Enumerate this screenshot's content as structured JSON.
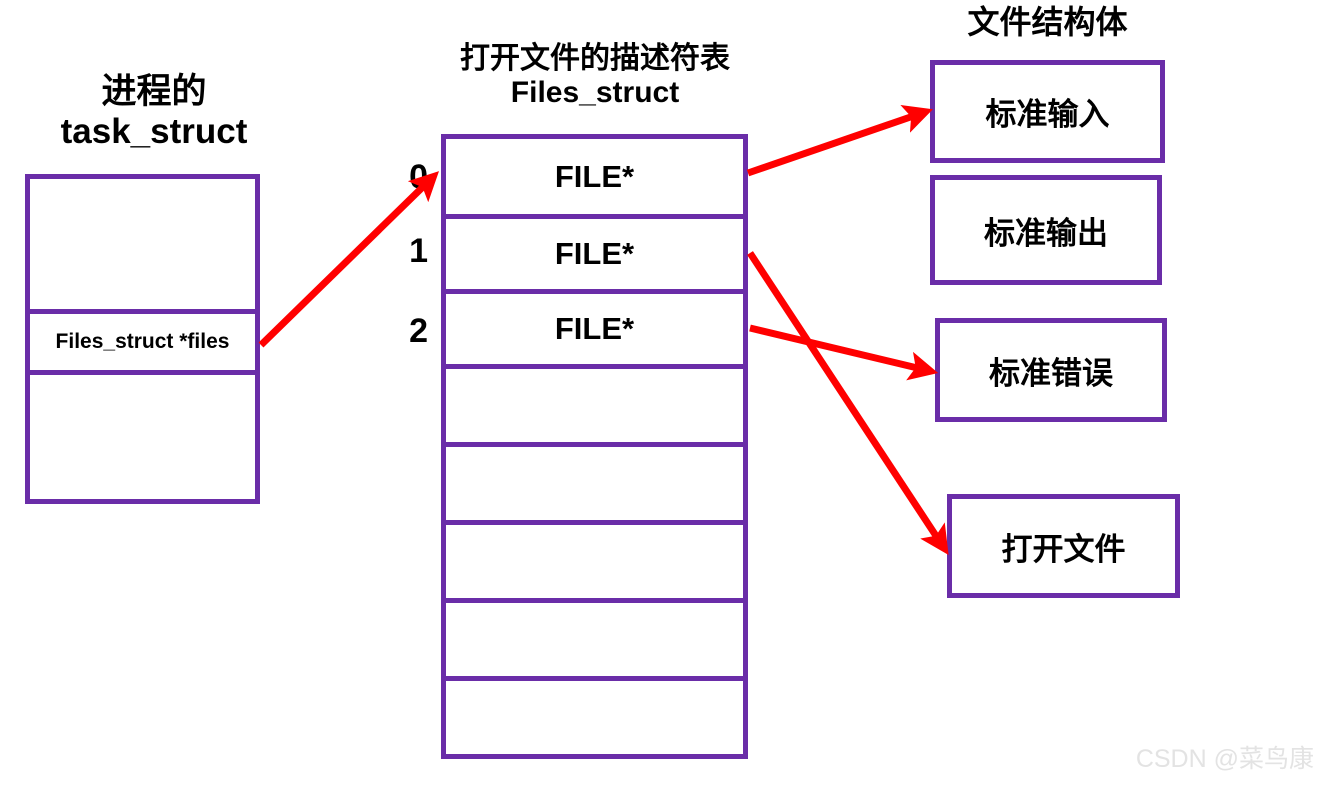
{
  "diagram": {
    "background_color": "#ffffff",
    "box_border_color": "#6a2da8",
    "arrow_color": "#ff0000",
    "text_color": "#000000"
  },
  "task_struct": {
    "title": "进程的\ntask_struct",
    "rows": [
      {
        "label": ""
      },
      {
        "label": "Files_struct *files"
      },
      {
        "label": ""
      }
    ]
  },
  "files_struct": {
    "title": "打开文件的描述符表\nFiles_struct",
    "indices": [
      "0",
      "1",
      "2"
    ],
    "rows": [
      {
        "index": "0",
        "label": "FILE*"
      },
      {
        "index": "1",
        "label": "FILE*"
      },
      {
        "index": "2",
        "label": "FILE*"
      },
      {
        "index": "",
        "label": ""
      },
      {
        "index": "",
        "label": ""
      },
      {
        "index": "",
        "label": ""
      },
      {
        "index": "",
        "label": ""
      },
      {
        "index": "",
        "label": ""
      }
    ]
  },
  "file_struct": {
    "title": "文件结构体",
    "boxes": [
      {
        "label": "标准输入"
      },
      {
        "label": "标准输出"
      },
      {
        "label": "标准错误"
      },
      {
        "label": "打开文件"
      }
    ]
  },
  "arrows": [
    {
      "from": "task_struct.files_pointer",
      "to": "files_struct.row0"
    },
    {
      "from": "files_struct.row0",
      "to": "file_struct.stdin"
    },
    {
      "from": "files_struct.row1",
      "to": "file_struct.openfile"
    },
    {
      "from": "files_struct.row2",
      "to": "file_struct.stderr"
    }
  ],
  "watermark": {
    "text": "CSDN @菜鸟康"
  }
}
